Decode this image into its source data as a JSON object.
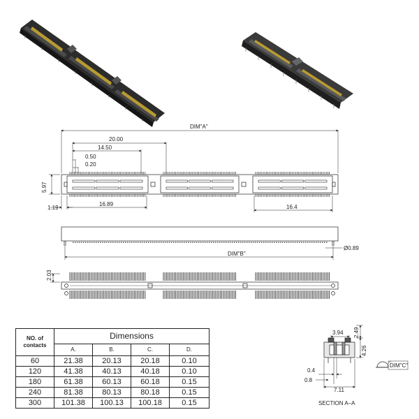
{
  "dimensions_top": {
    "dim_a": "DIM\"A\"",
    "d20": "20.00",
    "d1450": "14.50",
    "d050": "0.50",
    "d020": "0.20",
    "d597": "5.97",
    "d119": "1.19",
    "d1689": "16.89",
    "d164": "16.4"
  },
  "dimensions_side": {
    "dim_b": "DIM\"B\"",
    "d089": "Ø0.89"
  },
  "dimensions_bottom": {
    "d203": "2.03"
  },
  "section": {
    "d394": "3.94",
    "d249": "2.49",
    "d426": "4.26",
    "d04": "0.4",
    "d08": "0.8",
    "d711": "7.11",
    "dim_c": "DIM\"C\"",
    "caption": "SECTION  A–A"
  },
  "table": {
    "col_contacts": "NO. of contacts",
    "col_dimensions": "Dimensions",
    "sub_headers": [
      "A.",
      "B.",
      "C.",
      "D."
    ],
    "rows": [
      {
        "contacts": "60",
        "a": "21.38",
        "b": "20.13",
        "c": "20.18",
        "d": "0.10"
      },
      {
        "contacts": "120",
        "a": "41.38",
        "b": "40.13",
        "c": "40.18",
        "d": "0.10"
      },
      {
        "contacts": "180",
        "a": "61.38",
        "b": "60.13",
        "c": "60.18",
        "d": "0.15"
      },
      {
        "contacts": "240",
        "a": "81.38",
        "b": "80.13",
        "c": "80.18",
        "d": "0.15"
      },
      {
        "contacts": "300",
        "a": "101.38",
        "b": "100.13",
        "c": "100.18",
        "d": "0.15"
      }
    ]
  },
  "colors": {
    "line": "#222222",
    "body": "#3a3a3a",
    "body_dark": "#1e1e1e",
    "contacts_gold": "#b79a33"
  }
}
